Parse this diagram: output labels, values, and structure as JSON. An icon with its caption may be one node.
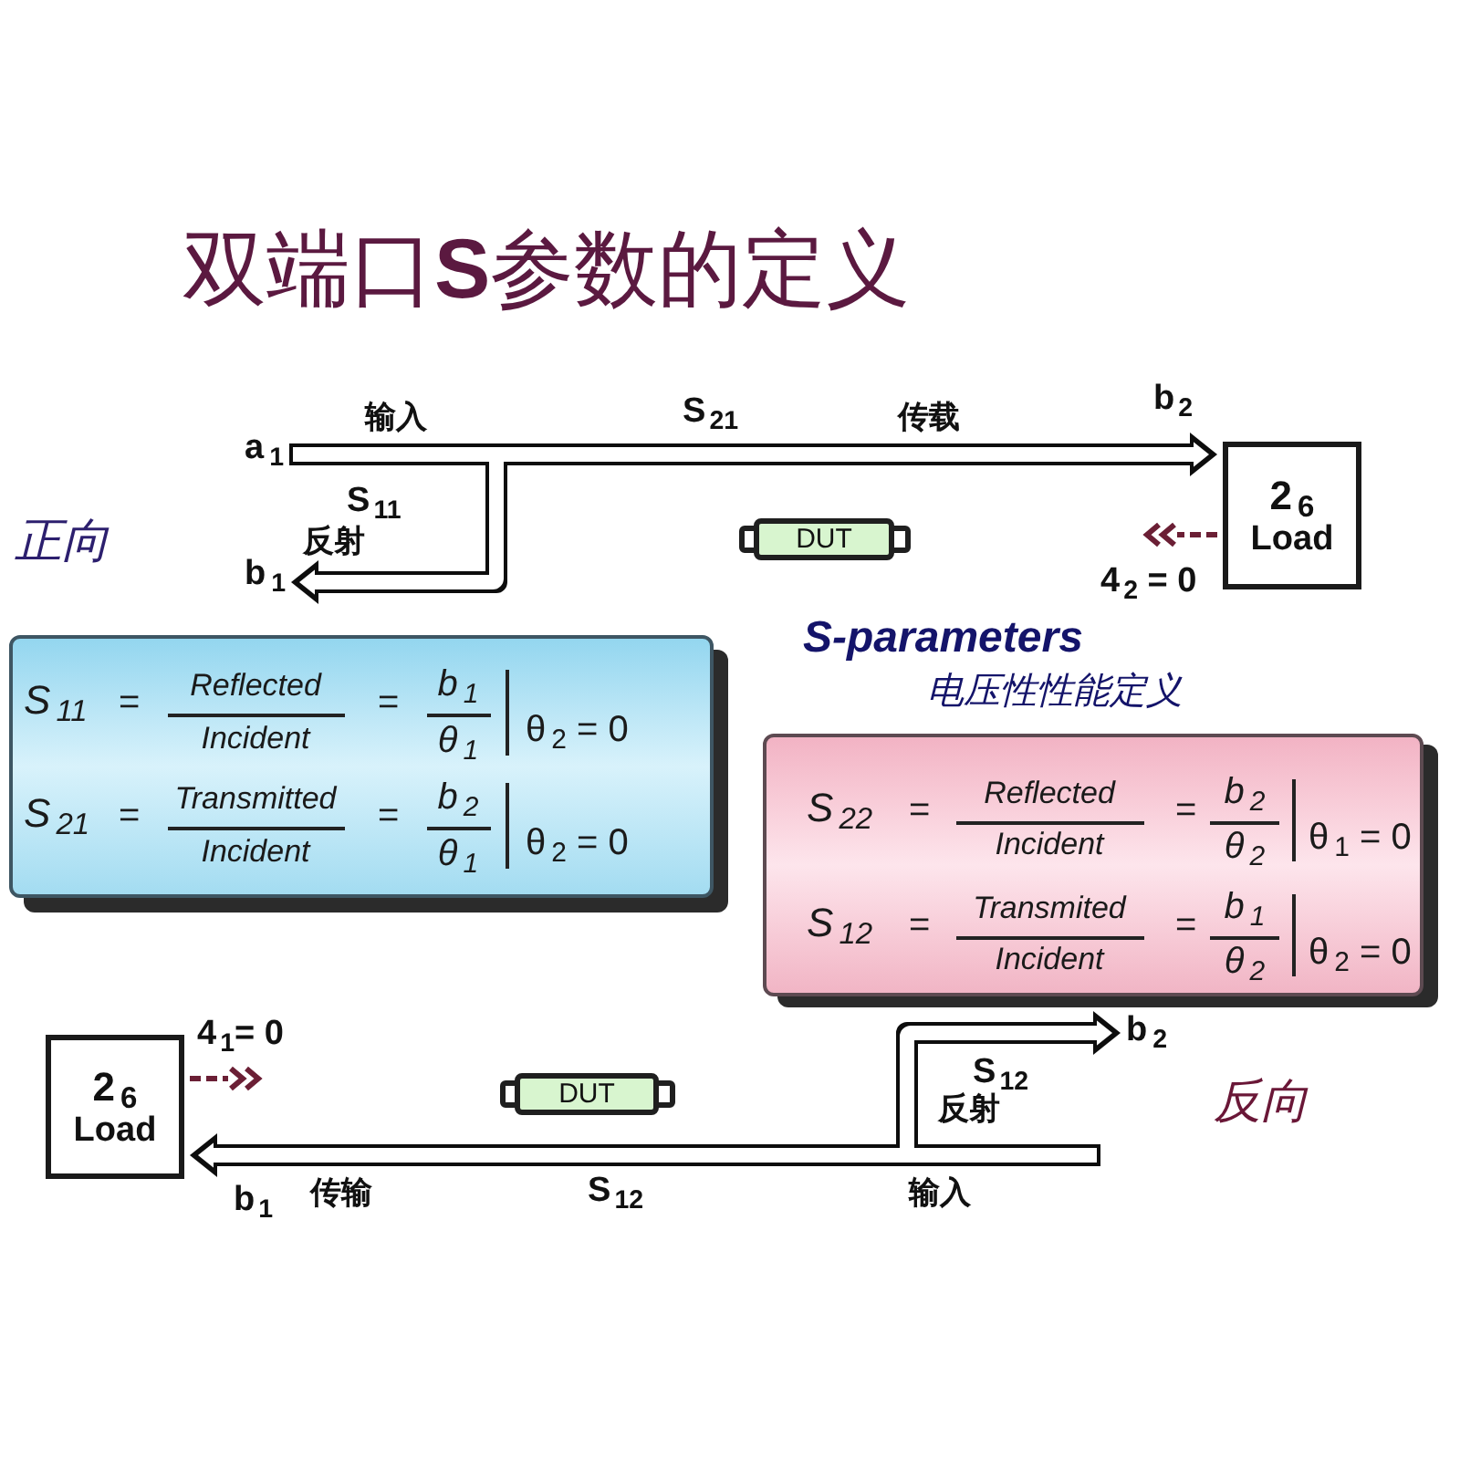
{
  "diagram": {
    "title": "双端口**S**参数的定义",
    "nodes": [
      {
        "text": [
          "a$_{1}$"
        ]
      },
      {
        "text": [
          "2$_{6}$",
          "Load"
        ]
      },
      {
        "text": [
          "b$_{1}$"
        ]
      },
      {
        "text": [
          "DUT"
        ]
      },
      {
        "text": [
          "S$_{11}$",
          "=",
          "Reflected",
          "Incident",
          "=",
          "b$_{1}$",
          "θ$_{1}$",
          "θ$_{2}$ = 0",
          "S$_{21}$",
          "=",
          "Transmitted",
          "Incident",
          "=",
          "b$_{2}$",
          "θ$_{1}$",
          "θ$_{2}$ = 0"
        ]
      },
      {
        "text": [
          "S$_{22}$",
          "=",
          "Reflected",
          "Incident",
          "=",
          "b$_{2}$",
          "θ$_{2}$",
          "θ$_{1}$ = 0",
          "S$_{12}$",
          "=",
          "Transmited",
          "Incident",
          "=",
          "b$_{1}$",
          "θ$_{2}$",
          "θ$_{2}$ = 0"
        ]
      },
      {
        "text": [
          "b$_{2}$"
        ]
      },
      {
        "text": [
          "2$_{6}$",
          "Load"
        ]
      },
      {
        "text": [
          "DUT"
        ]
      }
    ],
    "edges": [
      {
        "from": 0,
        "to": 1,
        "arrow": "to"
      },
      {
        "from": 0,
        "to": 2,
        "arrow": "to"
      },
      {
        "from": 1,
        "to": null,
        "arrow": "to",
        "label": "4$_{2}$ = 0",
        "style": "dashed",
        "color": "#6b1f35"
      },
      {
        "from": null,
        "to": 7,
        "arrow": "to"
      },
      {
        "from": null,
        "to": 6,
        "arrow": "to"
      },
      {
        "from": 7,
        "to": null,
        "arrow": "to",
        "label": "4$_{1}$= 0",
        "style": "dashed",
        "color": "#6b1f35"
      }
    ],
    "labels": [
      "输入",
      "S$_{21}$",
      "传载",
      "b$_{2}$",
      "S$_{11}$",
      "正向",
      "反射",
      "S-parameters",
      "电压性性能定义",
      "S$_{12}$",
      "反射",
      "反向",
      "b$_{1}$",
      "传输",
      "S$_{12}$",
      "输入"
    ]
  }
}
